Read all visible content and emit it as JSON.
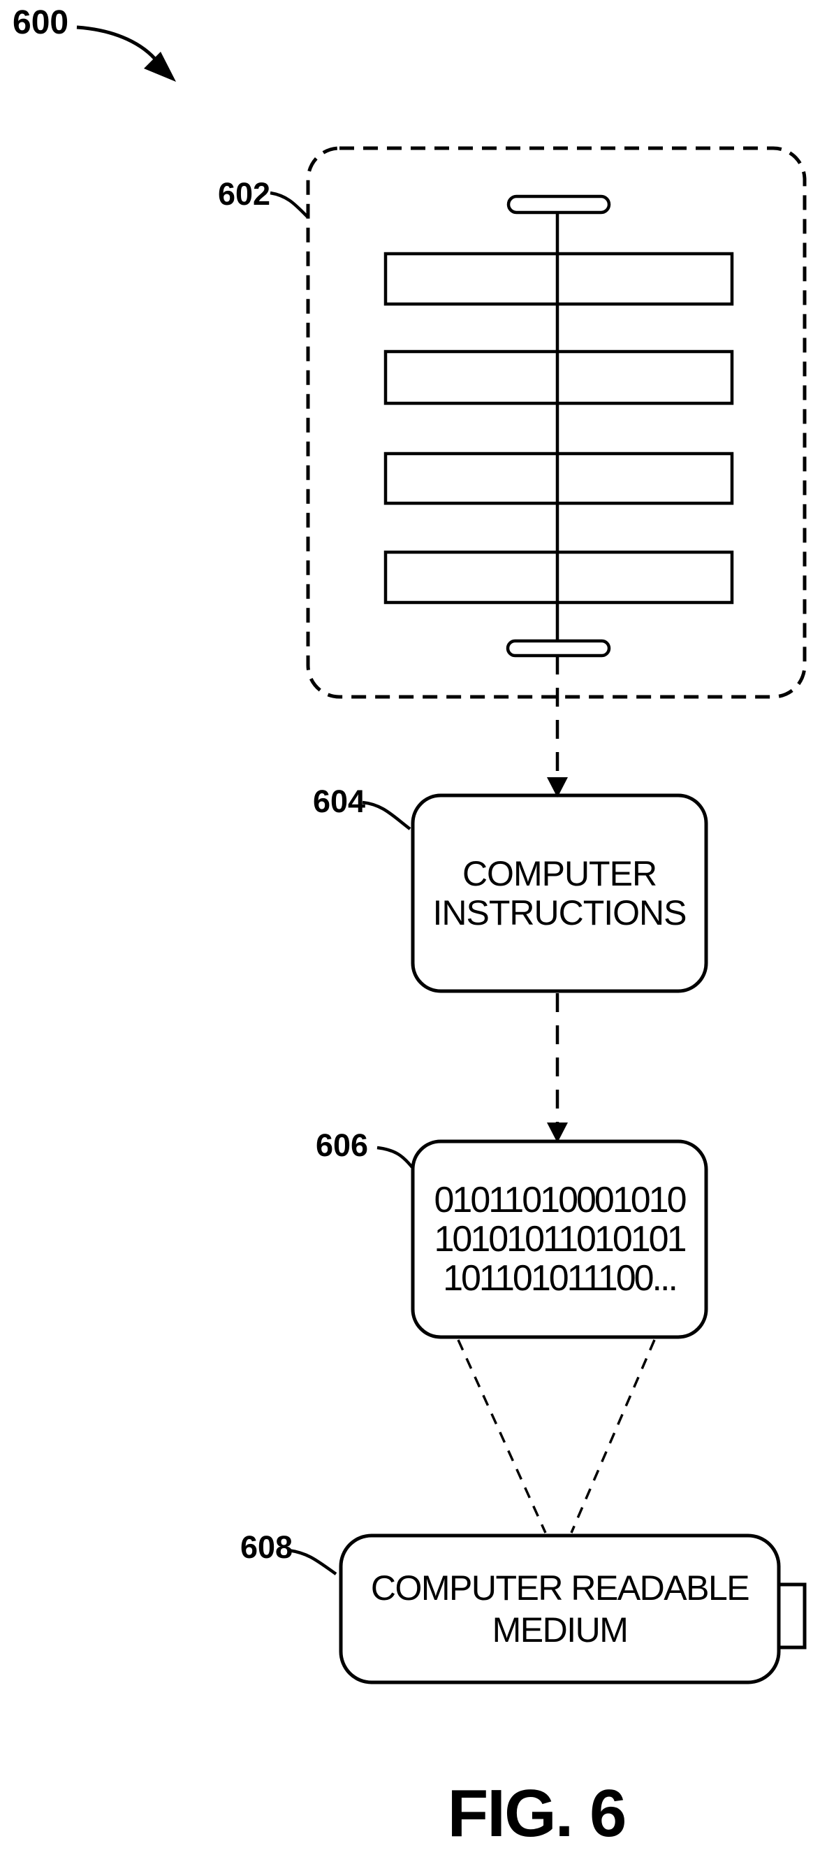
{
  "figure": {
    "caption": "FIG. 6",
    "refs": {
      "overall": "600",
      "flowchart_block": "602",
      "computer_instructions": "604",
      "binary_code": "606",
      "computer_readable_medium": "608"
    },
    "nodes": {
      "instructions": {
        "lines": [
          "COMPUTER",
          "INSTRUCTIONS"
        ]
      },
      "binary": {
        "lines": [
          "01011010001010",
          "10101011010101",
          "101101011100..."
        ]
      },
      "medium": {
        "lines": [
          "COMPUTER READABLE",
          "MEDIUM"
        ]
      }
    },
    "colors": {
      "ink": "#000000",
      "paper": "#ffffff"
    }
  }
}
